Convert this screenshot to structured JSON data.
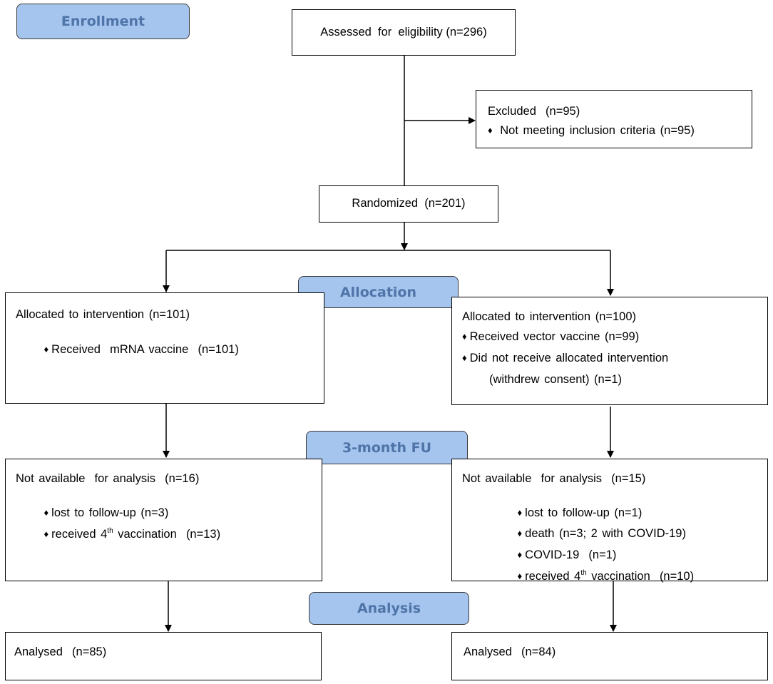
{
  "phases": {
    "enrollment": "Enrollment",
    "allocation": "Allocation",
    "followup": "3-month FU",
    "analysis": "Analysis"
  },
  "assessed": "Assessed  for  eligibility (n=296)",
  "excluded": {
    "title": "Excluded  (n=95)",
    "reasons": [
      "Not meeting inclusion criteria (n=95)"
    ]
  },
  "randomized": "Randomized  (n=201)",
  "left_arm": {
    "allocation": {
      "title": "Allocated to intervention (n=101)",
      "items": [
        "Received  mRNA vaccine  (n=101)"
      ]
    },
    "followup": {
      "title": "Not available  for analysis  (n=16)",
      "items": [
        {
          "pre": "lost to follow-up (n=3)",
          "sup": "",
          "post": ""
        },
        {
          "pre": "received 4",
          "sup": "th",
          "post": " vaccination  (n=13)"
        }
      ]
    },
    "analysis": "Analysed  (n=85)"
  },
  "right_arm": {
    "allocation": {
      "title": "Allocated to intervention (n=100)",
      "items": [
        "Received vector vaccine (n=99)",
        "Did not receive allocated intervention"
      ],
      "continuation": "(withdrew consent) (n=1)"
    },
    "followup": {
      "title": "Not available  for analysis  (n=15)",
      "items": [
        {
          "pre": "lost to follow-up (n=1)",
          "sup": "",
          "post": ""
        },
        {
          "pre": "death (n=3; 2 with COVID-19)",
          "sup": "",
          "post": ""
        },
        {
          "pre": "COVID-19  (n=1)",
          "sup": "",
          "post": ""
        },
        {
          "pre": "received 4",
          "sup": "th",
          "post": " vaccination  (n=10)"
        }
      ]
    },
    "analysis": "Analysed  (n=84)"
  },
  "bullet_glyph": "♦"
}
